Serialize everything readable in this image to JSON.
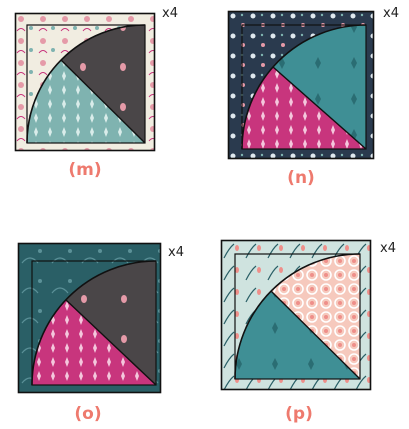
{
  "blocks": [
    {
      "id": "m",
      "label": "(m)",
      "qty": "x4"
    },
    {
      "id": "n",
      "label": "(n)",
      "qty": "x4"
    },
    {
      "id": "o",
      "label": "(o)",
      "qty": "x4"
    },
    {
      "id": "p",
      "label": "(p)",
      "qty": "x4"
    }
  ],
  "colors": {
    "label": "#ee7a6e",
    "dark_gray": "#4a4648",
    "aqua": "#7fb3b0",
    "teal": "#3f8f95",
    "magenta": "#c8357d",
    "navy": "#2a3a4e",
    "deep_teal": "#2a5f66",
    "cream": "#f1ede1",
    "coral_light": "#f6c9bd",
    "mint": "#cfe3df"
  }
}
